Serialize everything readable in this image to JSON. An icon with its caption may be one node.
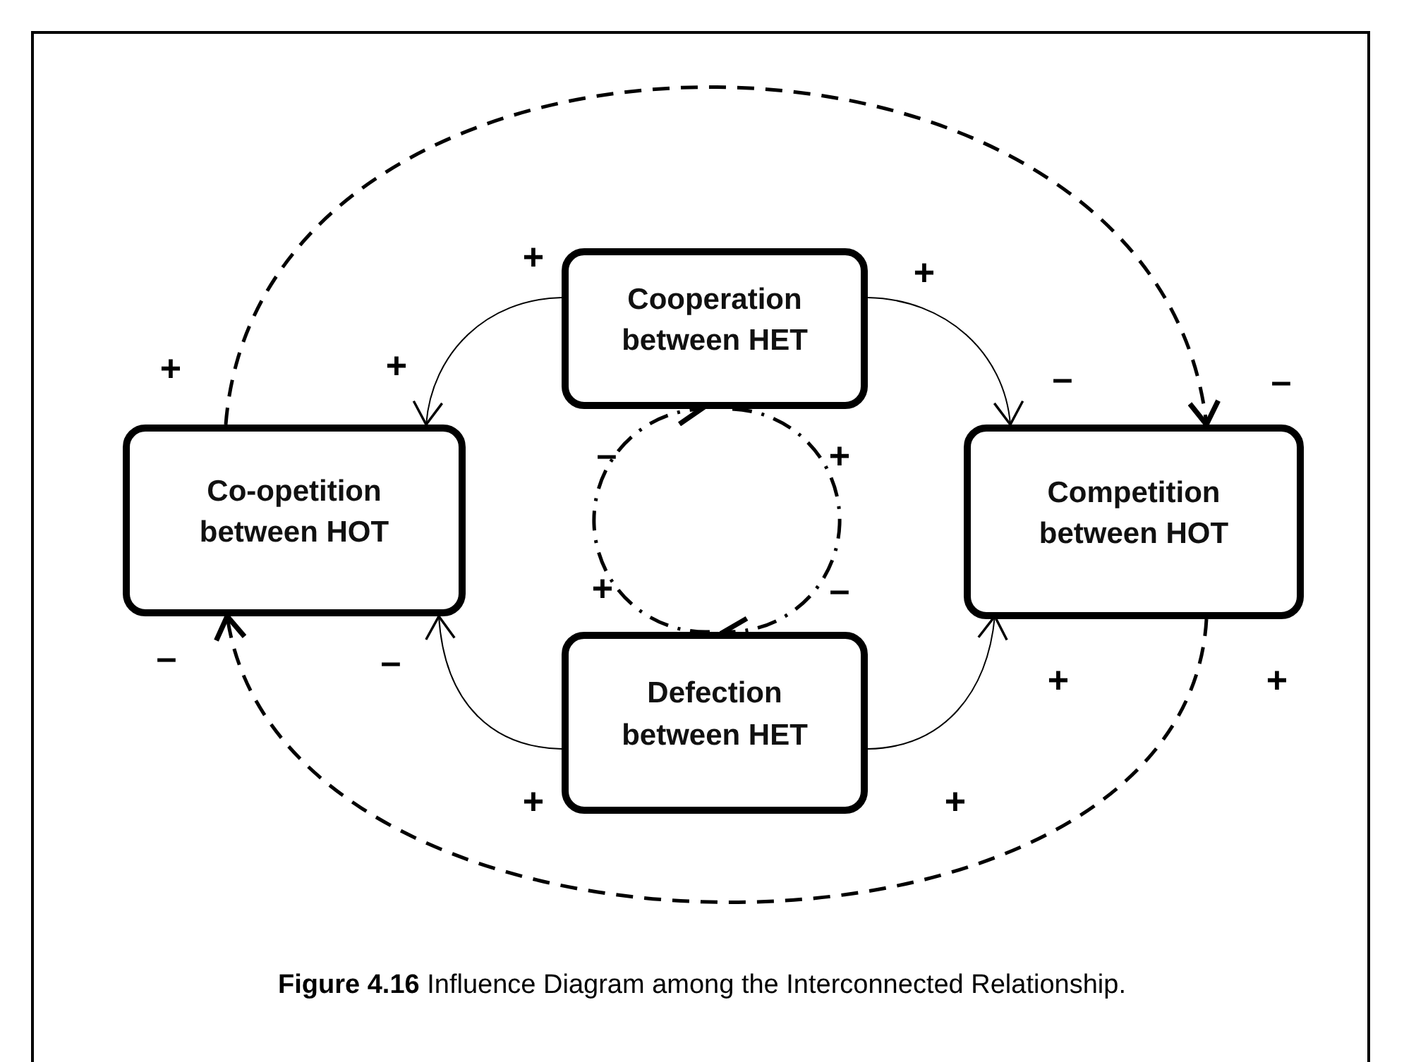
{
  "diagram": {
    "caption": "**Figure 4.16** Influence Diagram among the Interconnected Relationship.",
    "nodes": [
      {
        "text": [
          "Cooperation between HET"
        ]
      },
      {
        "text": [
          "Co-opetition between HOT"
        ]
      },
      {
        "text": [
          "Competition between HOT"
        ]
      },
      {
        "text": [
          "Defection between HET"
        ]
      }
    ],
    "edges": [
      {
        "from": 0,
        "to": 1,
        "arrow": "to"
      },
      {
        "from": 0,
        "to": 2,
        "arrow": "to"
      },
      {
        "from": 3,
        "to": 1,
        "arrow": "to"
      },
      {
        "from": 3,
        "to": 2,
        "arrow": "to"
      },
      {
        "from": 1,
        "to": 2,
        "arrow": "to",
        "style": "dashed"
      },
      {
        "from": 2,
        "to": 1,
        "arrow": "to",
        "style": "dashed"
      },
      {
        "from": 3,
        "to": 0,
        "arrow": "to",
        "style": "dashed"
      },
      {
        "from": 0,
        "to": 3,
        "arrow": "to",
        "style": "dashed"
      }
    ],
    "labels": [
      "+",
      "+",
      "+",
      "+",
      "–",
      "–",
      "–",
      "+",
      "+",
      "–",
      "–",
      "–",
      "+",
      "+",
      "+",
      "+"
    ]
  }
}
